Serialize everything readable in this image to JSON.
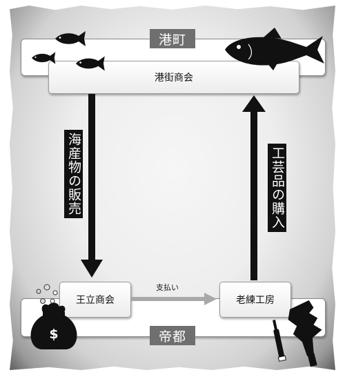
{
  "port": {
    "title": "港町",
    "guild": "港街商会"
  },
  "capital": {
    "title": "帝都",
    "guild": "王立商会",
    "workshop": "老練工房"
  },
  "flows": {
    "seafood": "海産物の販売",
    "crafts": "工芸品の購入",
    "payment": "支払い"
  },
  "icons": {
    "money_bag": "dollar-money-bag-icon",
    "money_symbol": "$"
  },
  "colors": {
    "arrow": "#111111",
    "payment_arrow": "#a8a8a8",
    "tag": "#6f6f6f"
  }
}
